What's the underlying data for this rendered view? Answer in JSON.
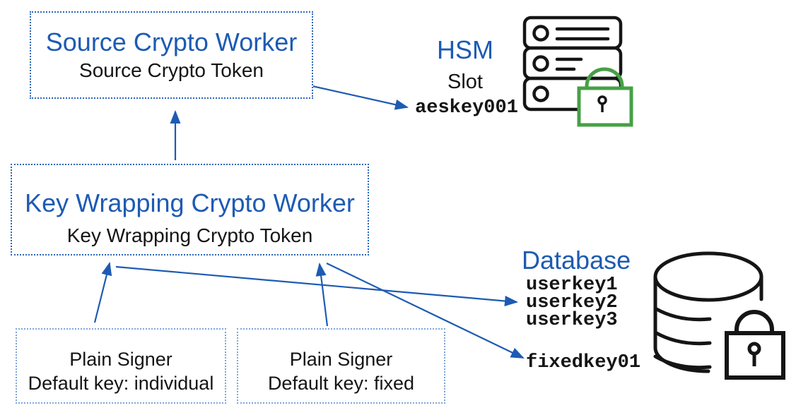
{
  "colors": {
    "accent_blue": "#1d5bb3",
    "worker_border_blue": "#2c66bb",
    "signer_border_blue": "#7fa5d8",
    "lock_green": "#46a046",
    "icon_black": "#151515"
  },
  "source_worker": {
    "title": "Source Crypto Worker",
    "token": "Source Crypto Token"
  },
  "key_wrapping_worker": {
    "title": "Key Wrapping Crypto Worker",
    "token": "Key Wrapping Crypto Token"
  },
  "hsm": {
    "title": "HSM",
    "slot_label": "Slot",
    "key": "aeskey001"
  },
  "database": {
    "title": "Database",
    "user_keys": [
      "userkey1",
      "userkey2",
      "userkey3"
    ],
    "fixed_key": "fixedkey01"
  },
  "plain_signers": [
    {
      "title": "Plain Signer",
      "default_key": "Default key: individual"
    },
    {
      "title": "Plain Signer",
      "default_key": "Default key: fixed"
    }
  ]
}
